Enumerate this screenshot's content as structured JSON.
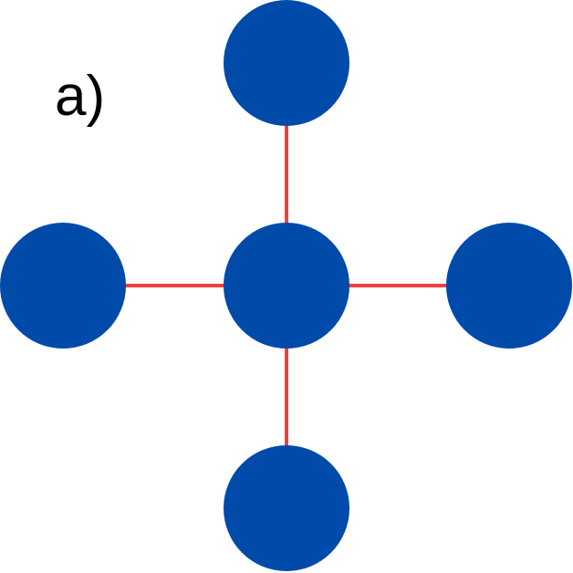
{
  "label": "a)",
  "colors": {
    "node": "#004aaa",
    "edge": "#f04040"
  },
  "nodes": [
    "top",
    "left",
    "center",
    "right",
    "bottom"
  ],
  "edges": [
    [
      "center",
      "top"
    ],
    [
      "center",
      "left"
    ],
    [
      "center",
      "right"
    ],
    [
      "center",
      "bottom"
    ]
  ]
}
